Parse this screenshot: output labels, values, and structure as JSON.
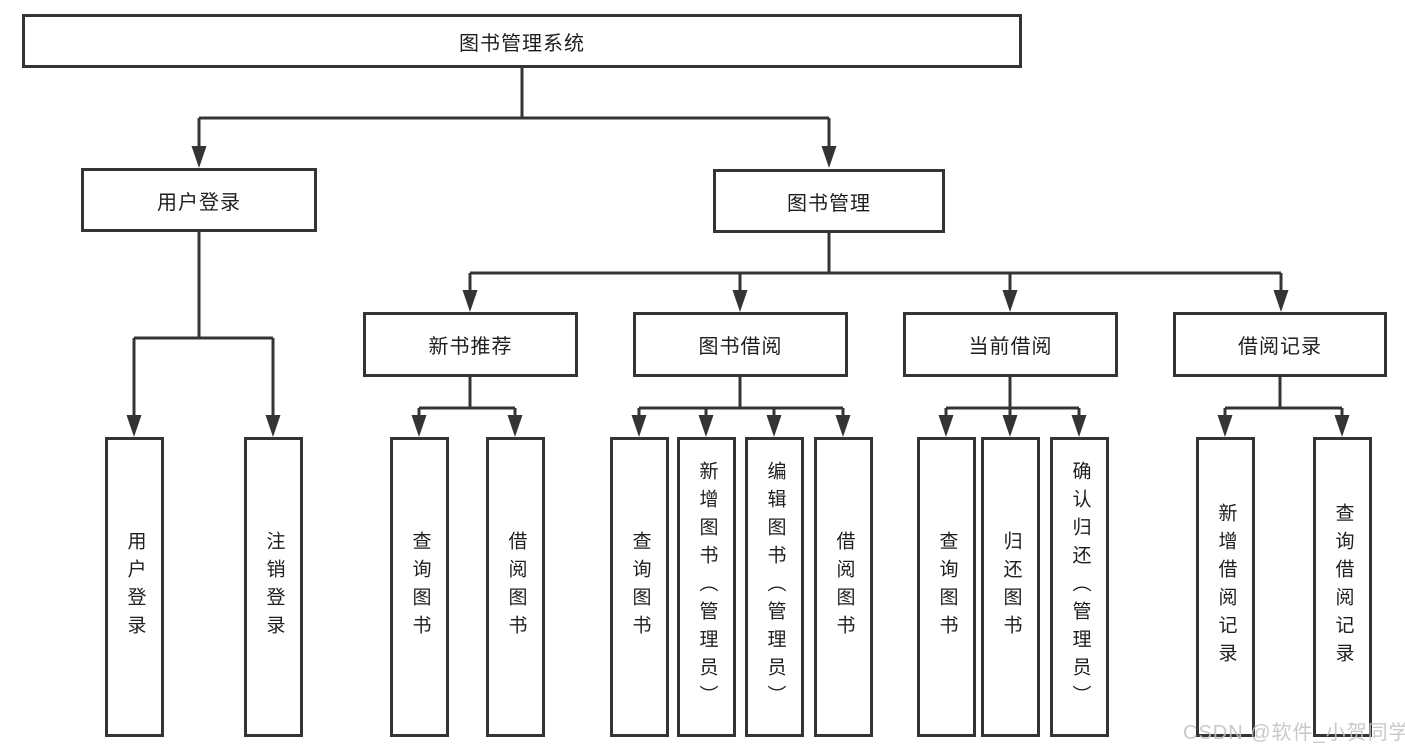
{
  "tree": {
    "root": {
      "label": "图书管理系统",
      "children": [
        {
          "label": "用户登录",
          "children": [
            {
              "label": "用户登录"
            },
            {
              "label": "注销登录"
            }
          ]
        },
        {
          "label": "图书管理",
          "children": [
            {
              "label": "新书推荐",
              "children": [
                {
                  "label": "查询图书"
                },
                {
                  "label": "借阅图书"
                }
              ]
            },
            {
              "label": "图书借阅",
              "children": [
                {
                  "label": "查询图书"
                },
                {
                  "label": "新增图书（管理员）"
                },
                {
                  "label": "编辑图书（管理员）"
                },
                {
                  "label": "借阅图书"
                }
              ]
            },
            {
              "label": "当前借阅",
              "children": [
                {
                  "label": "查询图书"
                },
                {
                  "label": "归还图书"
                },
                {
                  "label": "确认归还（管理员）"
                }
              ]
            },
            {
              "label": "借阅记录",
              "children": [
                {
                  "label": "新增借阅记录"
                },
                {
                  "label": "查询借阅记录"
                }
              ]
            }
          ]
        }
      ]
    }
  },
  "watermark": {
    "text": "CSDN @软件_小贺同学"
  },
  "colors": {
    "line": "#343434",
    "box_border": "#343434",
    "text": "#1e1e1e",
    "watermark": "#c2c2c2",
    "background": "#ffffff"
  }
}
